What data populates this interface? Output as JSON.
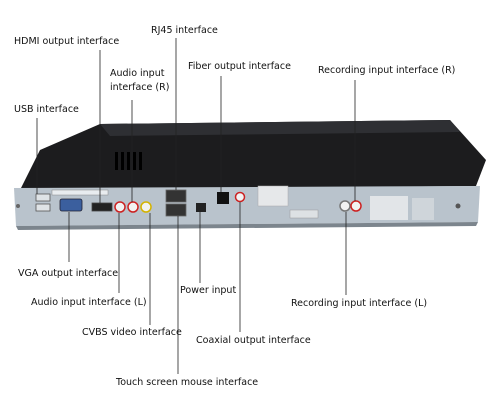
{
  "labels": {
    "hdmi_output": "HDMI output interface",
    "rj45": "RJ45 interface",
    "fiber_output": "Fiber output interface",
    "audio_input_r_line1": "Audio input",
    "audio_input_r_line2": "interface (R)",
    "recording_input_r": "Recording input interface (R)",
    "usb": "USB interface",
    "vga_output": "VGA output interface",
    "audio_input_l": "Audio input interface (L)",
    "power_input": "Power input",
    "recording_input_l": "Recording input interface (L)",
    "cvbs_video": "CVBS video interface",
    "coaxial_output": "Coaxial output interface",
    "touch_screen_mouse": "Touch screen mouse interface"
  },
  "device": {
    "body_color": "#1c1c1e",
    "panel_color": "#b9c3cc",
    "connector_color": "#9aa0a6"
  }
}
